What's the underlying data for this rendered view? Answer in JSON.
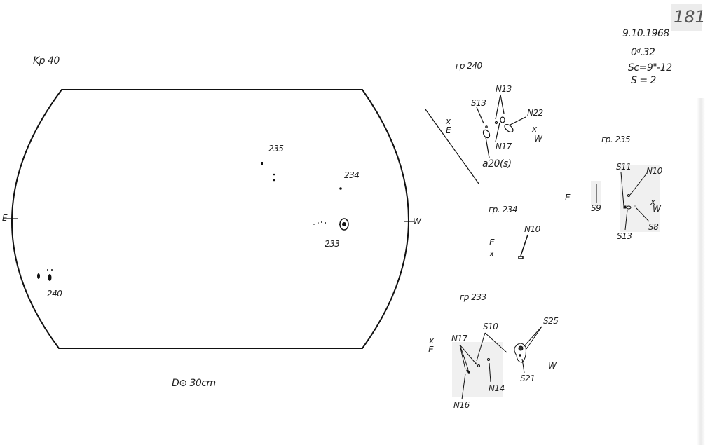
{
  "header": {
    "page_number": "181",
    "date": "9.10.1968",
    "time": "0ᵈ.32",
    "seeing": "Sc=9\"-12",
    "quality": "S = 2"
  },
  "disk": {
    "label": "Kp 40",
    "east": "E",
    "west": "W",
    "diameter": "D⊙ 30cm",
    "groups": [
      "235",
      "234",
      "233",
      "240"
    ]
  },
  "sketches": {
    "g240": {
      "title": "гр 240",
      "labels": [
        "S13",
        "N13",
        "N22",
        "x",
        "E",
        "x",
        "W",
        "N17",
        "a20(s)"
      ]
    },
    "g234": {
      "title": "гр. 234",
      "labels": [
        "N10",
        "E",
        "x"
      ]
    },
    "g235": {
      "title": "гр. 235",
      "labels": [
        "E",
        "S9",
        "S11",
        "N10",
        "x",
        "W",
        "S8",
        "S13"
      ]
    },
    "g233": {
      "title": "гр 233",
      "labels": [
        "x",
        "E",
        "N17",
        "S10",
        "S25",
        "W",
        "S21",
        "N14",
        "N16"
      ]
    }
  }
}
